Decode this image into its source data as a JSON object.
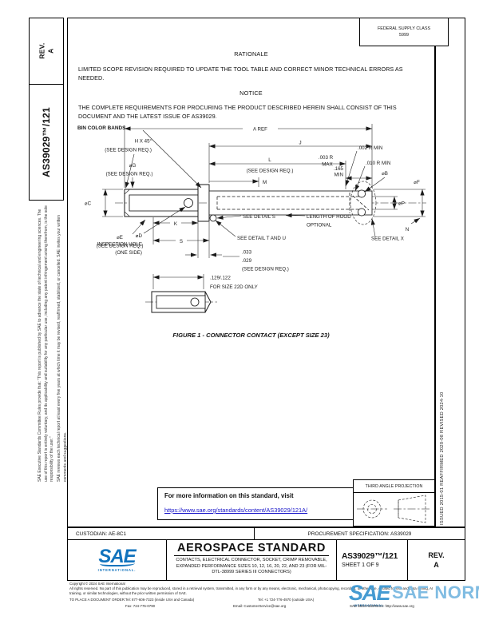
{
  "page": {
    "margin_left": {
      "disclaimer_1": "SAE Executive Standards Committee Rules provide that: \"This report is published by SAE to advance the state of technical and engineering sciences. The use of this report is entirely voluntary, and its applicability and suitability for any particular use, including any patent infringement arising therefrom, is the sole responsibility of the user.\"",
      "disclaimer_2": "SAE reviews each technical report at least every five years at which time it may be revised, reaffirmed, stabilized, or cancelled. SAE invites your written comments and suggestions.",
      "rev_label": "REV.",
      "rev_value": "A",
      "doc_number": "AS39029™/121"
    },
    "margin_right": {
      "history": "ISSUED 2015-01      REAFFIRMED 2020-08      REVISED 2024-10"
    }
  },
  "header": {
    "supply_class_line1": "FEDERAL SUPPLY CLASS",
    "supply_class_line2": "5999",
    "rationale_heading": "RATIONALE",
    "rationale_text": "LIMITED SCOPE REVISION REQUIRED TO UPDATE THE TOOL TABLE AND CORRECT MINOR TECHNICAL ERRORS AS NEEDED.",
    "notice_heading": "NOTICE",
    "notice_text": "THE COMPLETE REQUIREMENTS FOR PROCURING THE PRODUCT DESCRIBED HEREIN SHALL CONSIST OF THIS DOCUMENT AND THE LATEST ISSUE OF AS39029."
  },
  "figure": {
    "caption": "FIGURE 1 - CONNECTOR CONTACT (EXCEPT SIZE 23)",
    "labels": {
      "bin_color_bands": "BIN COLOR BANDS",
      "a_ref": "A REF",
      "h_x45": "H X 45°",
      "h_x45_note": "(SEE DESIGN REQ.)",
      "dia_g": "⌀G",
      "dia_g_note": "(SEE DESIGN REQ.)",
      "r003_1": ".003 R",
      "r003_2": "MAX",
      "j": "J",
      "l": "L",
      "l_note": "(SEE DESIGN REQ.)",
      "m": "M",
      "min165_1": ".165",
      "min165_2": "MIN",
      "r002": ".002 R MIN",
      "r010": ".010 R MIN",
      "dia_b": "⌀B",
      "dia_f": "⌀F",
      "dia_p": "⌀P",
      "dia_c": "⌀C",
      "dia_e": "⌀E",
      "dia_e_note": "(SEE DESIGN REQ.)",
      "dia_d": "⌀D",
      "dia_d_note1": "INSPECTION HOLE",
      "dia_d_note2": "(ONE SIDE)",
      "k": "K",
      "s": "S",
      "detail_s": "SEE DETAIL S",
      "detail_tu": "SEE DETAIL T AND U",
      "detail_x": "SEE DETAIL X",
      "hood_1": "LENGTH OF HOOD",
      "hood_2": "OPTIONAL",
      "n": "N",
      "dim033_1": ".033",
      "dim033_2": ".029",
      "dim033_note": "(SEE DESIGN REQ.)",
      "dim129_1": ".129/.122",
      "dim129_2": "FOR SIZE 22D ONLY"
    }
  },
  "info_box": {
    "line": "For more information on this standard, visit",
    "link": "https://www.sae.org/standards/content/AS39029/121A/"
  },
  "projection": {
    "title": "THIRD ANGLE PROJECTION"
  },
  "title_block": {
    "custodian": "CUSTODIAN: AE-8C1",
    "procurement": "PROCUREMENT SPECIFICATION: AS39029",
    "logo_text": "SAE",
    "logo_sub": "INTERNATIONAL.",
    "standard_type": "AEROSPACE STANDARD",
    "subtitle": "CONTACTS, ELECTRICAL CONNECTOR, SOCKET, CRIMP REMOVABLE, EXPANDED PERFORMANCE SIZES 10, 12, 16, 20, 22, AND 23 (FOR MIL-DTL-38999 SERIES III CONNECTORS)",
    "doc_number": "AS39029™/121",
    "sheet": "SHEET 1 OF 9",
    "rev_label": "REV.",
    "rev_value": "A"
  },
  "footer": {
    "copyright": "Copyright © 2024 SAE International",
    "rights": "All rights reserved. No part of this publication may be reproduced, stored in a retrieval system, transmitted, in any form or by any means, electronic, mechanical, photocopying, recording, or otherwise, or used for text and data mining, AI training, or similar technologies, without the prior written permission of SAE.",
    "order_label": "TO PLACE A DOCUMENT ORDER:",
    "tel_inside": "Tel: 877-606-7323 (inside USA and Canada)",
    "tel_outside": "Tel: +1 724-776-4970 (outside USA)",
    "fax": "Fax: 724-776-0790",
    "email": "Email: CustomerService@sae.org",
    "web": "SAE WEB ADDRESS: http://www.sae.org"
  },
  "watermark": {
    "logo": "SAE",
    "logo_sub": "INTERNATIONAL.",
    "text": "SAE NORM"
  }
}
